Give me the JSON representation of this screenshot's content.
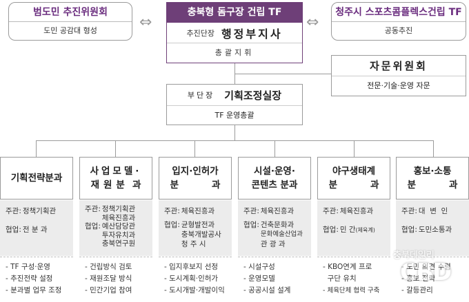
{
  "top": {
    "left_org": {
      "title": "범도민 추진위원회",
      "sub": "도민 공감대 형성"
    },
    "tf": {
      "title": "충북형 돔구장 건립 TF",
      "leader_label": "추진단장",
      "leader_name": "행정부지사",
      "leader_role": "총괄지휘"
    },
    "right_org": {
      "title": "청주시 스포츠콤플렉스건립 TF",
      "sub": "공동추진"
    }
  },
  "advisory": {
    "title": "자문위원회",
    "sub": "전문·기술·운영 자문"
  },
  "deputy": {
    "label": "부단장",
    "name": "기획조정실장",
    "role": "TF 운영총괄"
  },
  "subcommittees": [
    {
      "name_line1": "기획전략분과",
      "lead_label": "주관:",
      "lead": "정책기획관",
      "coop_label": "협업:",
      "coop": [
        "전  분  과"
      ],
      "tasks": [
        "- TF 구성·운영",
        "- 추진전략 설정",
        "- 분과별 업무 조정"
      ]
    },
    {
      "name_line1": "사업모델·",
      "name_line2a": "재원분",
      "name_line2b": "과",
      "lead_label": "주관:",
      "lead": "정책기획관",
      "coop_label": "협업:",
      "coop": [
        "체육진흥과",
        "예산담당관",
        "투자유치과",
        "충북연구원"
      ],
      "tasks": [
        "- 건립방식 검토",
        "- 재원조달 방식",
        "- 민간기업 참여"
      ]
    },
    {
      "name_line1": "입지·인허가",
      "name_line2a": "분",
      "name_line2b": "과",
      "lead_label": "주관:",
      "lead": "체육진흥과",
      "coop_label": "협업:",
      "coop": [
        "균형발전과",
        "충북개발공사",
        "청  주  시"
      ],
      "tasks": [
        "- 입지후보지 선정",
        "- 도시계획·인허가",
        "- 도시개발·개발이익"
      ]
    },
    {
      "name_line1": "시설·운영·",
      "name_line2a": "콘텐츠 분과",
      "name_line2b": "",
      "lead_label": "주관:",
      "lead": "체육진흥과",
      "coop_label": "협업:",
      "coop": [
        "건축문화과",
        "문화예술산업과",
        "관  광  과"
      ],
      "tasks": [
        "- 시설구성",
        "- 운영모델",
        "- 공공시설 설계"
      ]
    },
    {
      "name_line1": "야구생태계",
      "name_line2a": "분",
      "name_line2b": "과",
      "lead_label": "주관:",
      "lead": "체육진흥과",
      "coop_label": "협업:",
      "coop": [
        "민 간"
      ],
      "coop_small": "(체육계)",
      "tasks": [
        "- KBO연계 프로",
        "  구단 유치",
        "- 체육단체 협력 구축"
      ]
    },
    {
      "name_line1": "홍보·소통",
      "name_line2a": "분",
      "name_line2b": "과",
      "lead_label": "주관:",
      "lead": "대  변  인",
      "coop_label": "협업:",
      "coop": [
        "도민소통과"
      ],
      "tasks": [
        "- 도민 의견 수렴",
        "- 홍보 전략",
        "- 갈등관리"
      ]
    }
  ],
  "watermark": {
    "brand": "충북데일리",
    "logo": "CBD"
  }
}
